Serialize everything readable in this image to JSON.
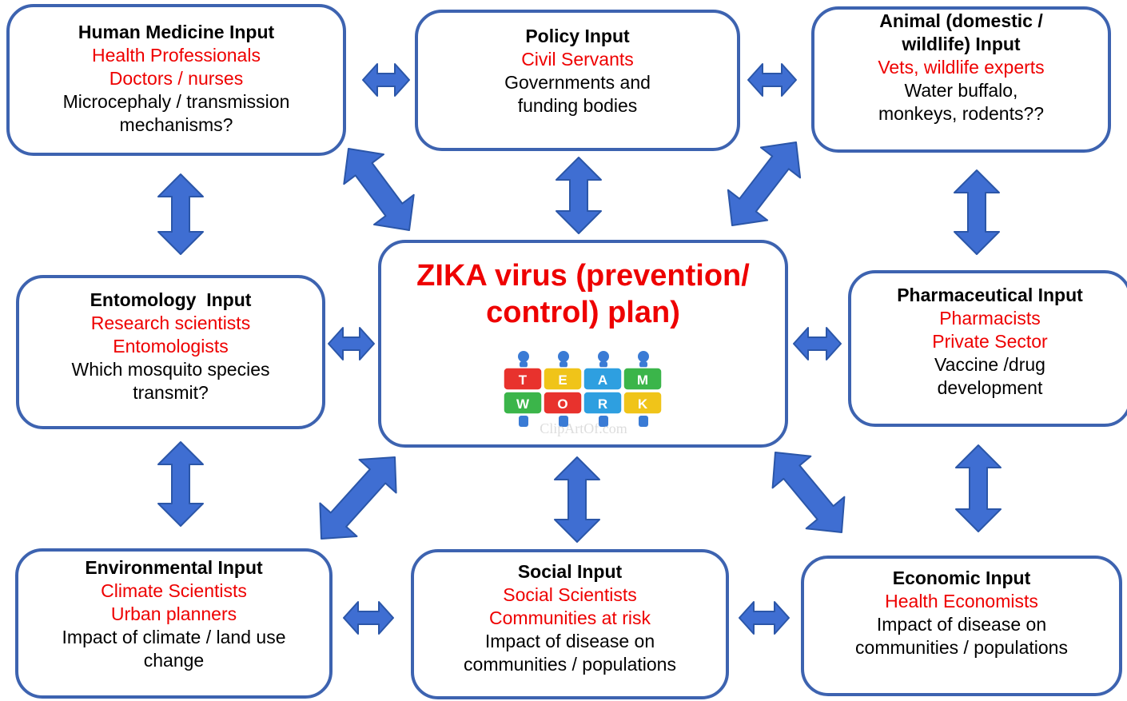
{
  "colors": {
    "border": "#3d63b0",
    "arrow": "#3f6ed2",
    "arrow_stroke": "#2b56a8",
    "red": "#ee0000",
    "black": "#000000"
  },
  "center": {
    "title_line1": "ZIKA virus (prevention/",
    "title_line2": "control) plan)",
    "image_icon": "teamwork-puzzle-icon",
    "puzzle_letters_top": [
      "T",
      "E",
      "A",
      "M"
    ],
    "puzzle_letters_bottom": [
      "W",
      "O",
      "R",
      "K"
    ],
    "watermark": "ClipArtOf.com"
  },
  "boxes": {
    "human_medicine": {
      "title": "Human Medicine Input",
      "red": [
        "Health Professionals",
        "Doctors / nurses"
      ],
      "black": [
        "Microcephaly / transmission",
        "mechanisms?"
      ]
    },
    "policy": {
      "title": "Policy Input",
      "red": [
        "Civil Servants"
      ],
      "black": [
        "Governments and",
        "funding bodies"
      ]
    },
    "animal": {
      "title_lines": [
        "Animal (domestic /",
        "wildlife) Input"
      ],
      "red": [
        "Vets, wildlife experts"
      ],
      "black": [
        "Water buffalo,",
        "monkeys, rodents??"
      ]
    },
    "entomology": {
      "title": "Entomology  Input",
      "red": [
        "Research scientists",
        "Entomologists"
      ],
      "black": [
        "Which mosquito species",
        "transmit?"
      ]
    },
    "pharmaceutical": {
      "title": "Pharmaceutical Input",
      "red": [
        "Pharmacists",
        "Private Sector"
      ],
      "black": [
        "Vaccine /drug",
        "development"
      ]
    },
    "environmental": {
      "title": "Environmental Input",
      "red": [
        "Climate Scientists",
        "Urban planners"
      ],
      "black": [
        "Impact of climate / land use",
        "change"
      ]
    },
    "social": {
      "title": "Social Input",
      "red": [
        "Social Scientists",
        "Communities at risk"
      ],
      "black": [
        "Impact of disease on",
        "communities / populations"
      ]
    },
    "economic": {
      "title": "Economic Input",
      "red": [
        "Health Economists"
      ],
      "black": [
        "Impact of disease on",
        "communities / populations"
      ]
    }
  }
}
